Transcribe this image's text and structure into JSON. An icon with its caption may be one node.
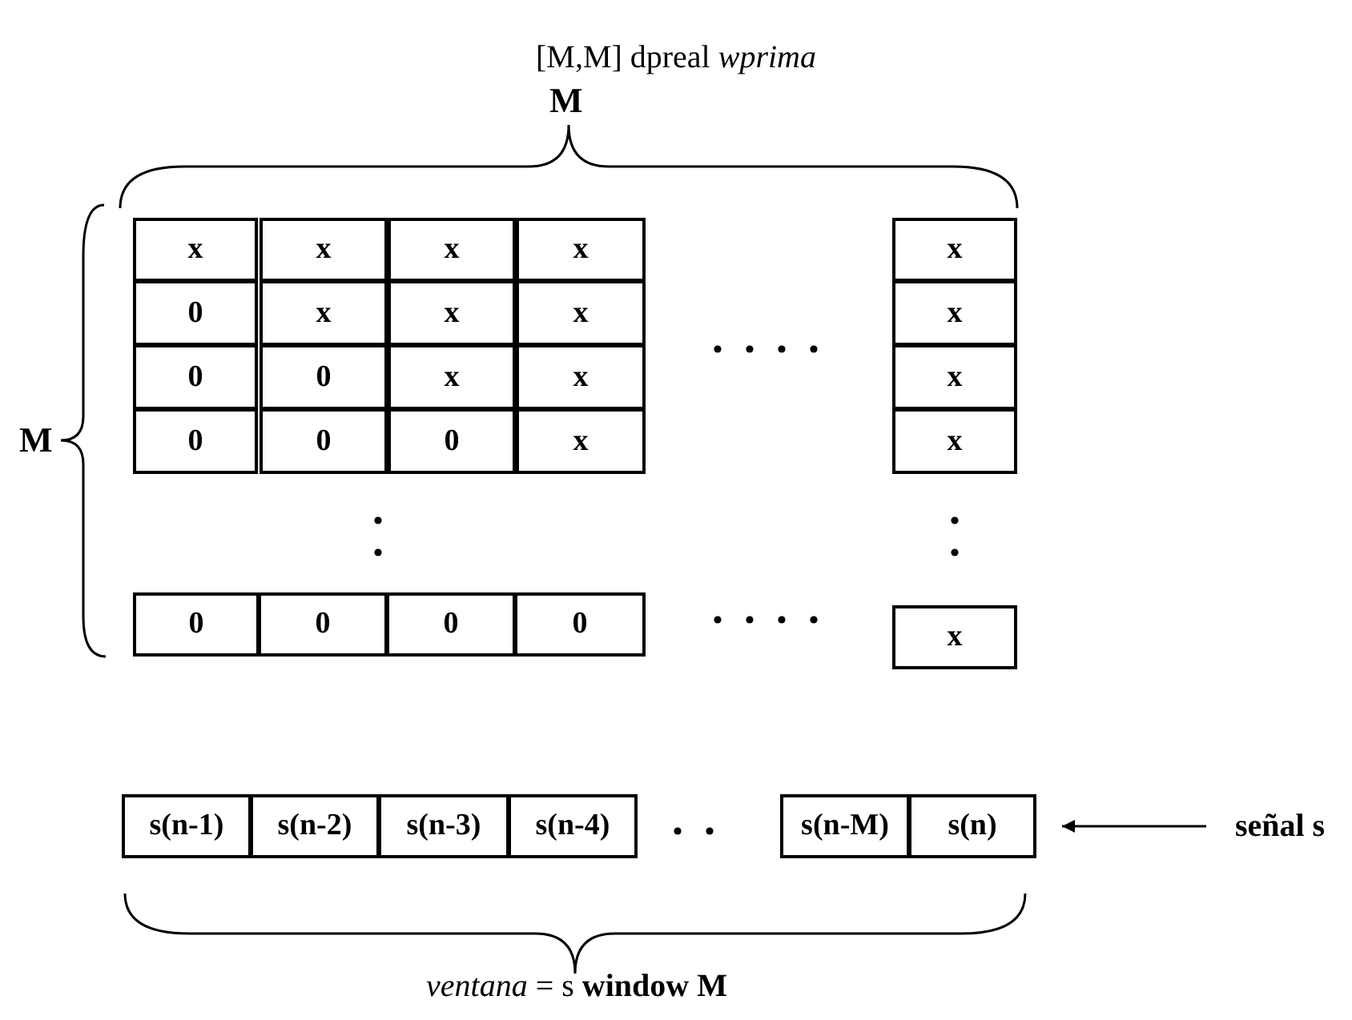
{
  "diagram": {
    "title": "[M,M] dpreal *wprima*",
    "caption": "*ventana* = s  **window M**",
    "nodes": [
      {
        "text": [
          "x"
        ]
      },
      {
        "text": [
          "x"
        ]
      },
      {
        "text": [
          "x"
        ]
      },
      {
        "text": [
          "x"
        ]
      },
      {
        "text": [
          "x"
        ]
      },
      {
        "text": [
          "0"
        ]
      },
      {
        "text": [
          "x"
        ]
      },
      {
        "text": [
          "x"
        ]
      },
      {
        "text": [
          "x"
        ]
      },
      {
        "text": [
          "x"
        ]
      },
      {
        "text": [
          "0"
        ]
      },
      {
        "text": [
          "0"
        ]
      },
      {
        "text": [
          "x"
        ]
      },
      {
        "text": [
          "x"
        ]
      },
      {
        "text": [
          "x"
        ]
      },
      {
        "text": [
          "0"
        ]
      },
      {
        "text": [
          "0"
        ]
      },
      {
        "text": [
          "0"
        ]
      },
      {
        "text": [
          "x"
        ]
      },
      {
        "text": [
          "x"
        ]
      },
      {
        "text": [
          "0"
        ]
      },
      {
        "text": [
          "0"
        ]
      },
      {
        "text": [
          "0"
        ]
      },
      {
        "text": [
          "0"
        ]
      },
      {
        "text": [
          "x"
        ]
      },
      {
        "text": [
          "s(n-1)"
        ]
      },
      {
        "text": [
          "s(n-2)"
        ]
      },
      {
        "text": [
          "s(n-3)"
        ]
      },
      {
        "text": [
          "s(n-4)"
        ]
      },
      {
        "text": [
          "s(n-M)"
        ]
      },
      {
        "text": [
          "s(n)"
        ]
      },
      {
        "text": [
          "señal s"
        ]
      }
    ],
    "edges": [
      {
        "from": 31,
        "to": 30,
        "arrow": "to"
      }
    ],
    "labels": [
      "M",
      "M"
    ]
  }
}
